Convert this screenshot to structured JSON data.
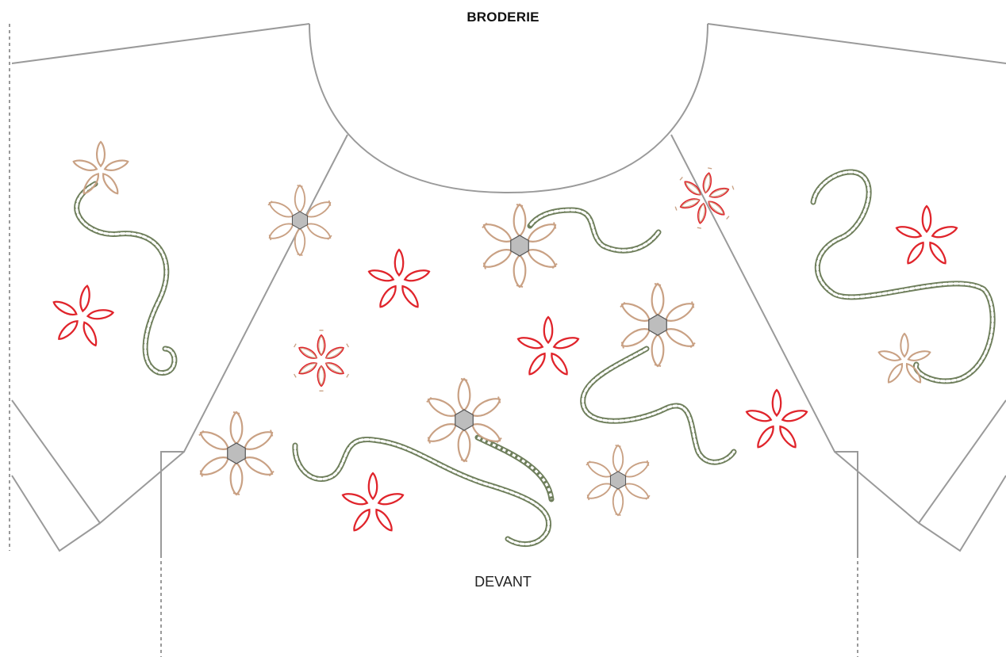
{
  "title": "BRODERIE",
  "piece_label": "DEVANT",
  "colors": {
    "outline": "#9a9a9a",
    "fold_line": "#9a9a9a",
    "petal_tan": "#c9a184",
    "petal_red": "#e0242b",
    "chain_green": "#6f7f5c",
    "center_grey": "#bdbdbd"
  },
  "motifs": [
    {
      "kind": "flower-tan-simple"
    },
    {
      "kind": "flower-red"
    },
    {
      "kind": "flower-tan-center"
    },
    {
      "kind": "flower-tan-center"
    },
    {
      "kind": "flower-red"
    },
    {
      "kind": "flower-red-outlined"
    },
    {
      "kind": "flower-tan-center"
    },
    {
      "kind": "flower-red"
    },
    {
      "kind": "flower-tan-center"
    },
    {
      "kind": "flower-tan-center"
    },
    {
      "kind": "flower-red"
    },
    {
      "kind": "flower-red"
    },
    {
      "kind": "flower-tan-center"
    },
    {
      "kind": "flower-red-outlined"
    },
    {
      "kind": "flower-red"
    },
    {
      "kind": "flower-tan-simple"
    }
  ],
  "chains": [
    {
      "kind": "chain-stitch"
    },
    {
      "kind": "chain-stitch"
    },
    {
      "kind": "chain-stitch"
    },
    {
      "kind": "chain-stitch"
    },
    {
      "kind": "chain-stitch"
    }
  ]
}
